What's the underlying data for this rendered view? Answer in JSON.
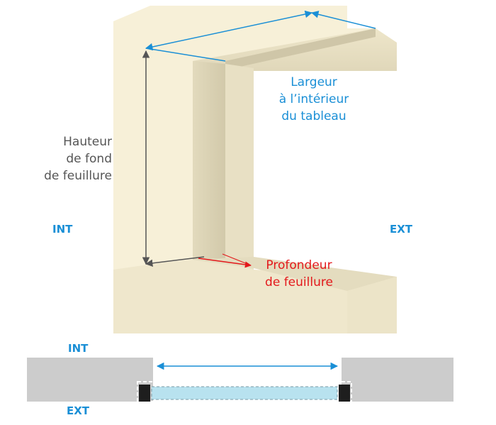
{
  "labels": {
    "hauteur": [
      "Hauteur",
      "de fond",
      "de feuillure"
    ],
    "largeur": [
      "Largeur",
      "à l’intérieur",
      "du tableau"
    ],
    "profondeur": [
      "Profondeur",
      "de feuillure"
    ],
    "int_top": "INT",
    "ext_top": "EXT",
    "int_bottom": "INT",
    "ext_bottom": "EXT"
  },
  "colors": {
    "wall_front": "#f7f0d8",
    "wall_shade": "#ddd5b8",
    "wall_dark": "#c9c0a2",
    "blue": "#1a8fd6",
    "red": "#e3191c",
    "grey_text": "#555555",
    "section_wall": "#cccccc",
    "glass": "#b8e2ef",
    "seal": "#1e1e1e"
  }
}
